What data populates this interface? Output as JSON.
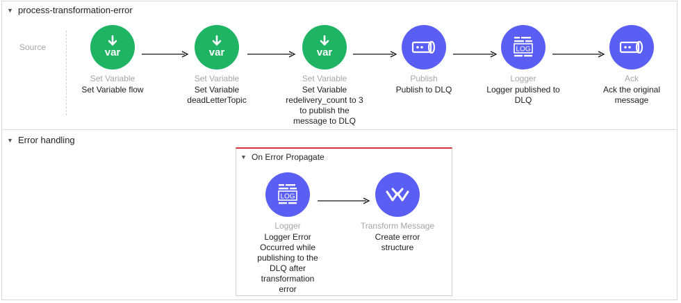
{
  "flow": {
    "title": "process-transformation-error",
    "source_label": "Source"
  },
  "nodes": [
    {
      "type": "Set Variable",
      "label": "Set Variable flow",
      "icon": "var-icon",
      "color": "#1fb364"
    },
    {
      "type": "Set Variable",
      "label": "Set Variable deadLetterTopic",
      "icon": "var-icon",
      "color": "#1fb364"
    },
    {
      "type": "Set Variable",
      "label": "Set Variable redelivery_count to 3 to publish the message to DLQ",
      "icon": "var-icon",
      "color": "#1fb364"
    },
    {
      "type": "Publish",
      "label": "Publish to DLQ",
      "icon": "connector-icon",
      "color": "#5b5ef2"
    },
    {
      "type": "Logger",
      "label": "Logger published to DLQ",
      "icon": "log-icon",
      "color": "#5b5ef2"
    },
    {
      "type": "Ack",
      "label": "Ack the original message",
      "icon": "connector-icon",
      "color": "#5b5ef2"
    }
  ],
  "error_handling": {
    "title": "Error handling",
    "scope_title": "On Error Propagate",
    "scope_accent": "#d6323b",
    "nodes": [
      {
        "type": "Logger",
        "label": "Logger Error Occurred while publishing to the DLQ after transformation error",
        "icon": "log-icon",
        "color": "#5b5ef2"
      },
      {
        "type": "Transform Message",
        "label": "Create error structure",
        "icon": "transform-icon",
        "color": "#5b5ef2"
      }
    ]
  },
  "icon_text": {
    "var": "var",
    "log": "LOG"
  }
}
